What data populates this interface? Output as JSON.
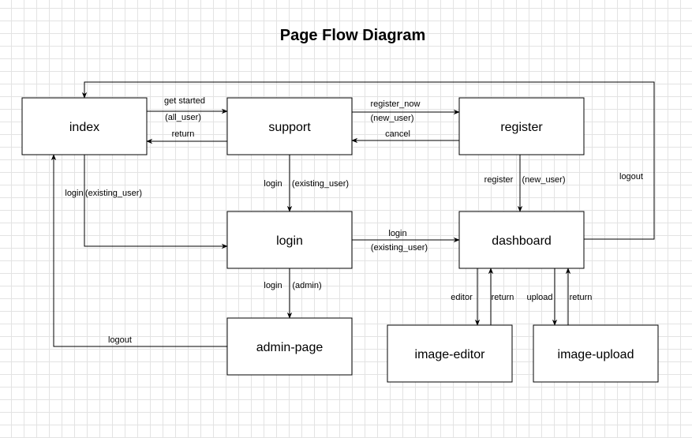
{
  "title": "Page Flow Diagram",
  "nodes": {
    "index": "index",
    "support": "support",
    "register": "register",
    "login": "login",
    "dashboard": "dashboard",
    "admin_page": "admin-page",
    "image_editor": "image-editor",
    "image_upload": "image-upload"
  },
  "edges": {
    "get_started": "get started",
    "all_user": "(all_user)",
    "return_support_index": "return",
    "register_now": "register_now",
    "new_user_support_register": "(new_user)",
    "cancel": "cancel",
    "login_support": "login",
    "existing_user_support": "(existing_user)",
    "login_index": "login",
    "existing_user_index": "(existing_user)",
    "register_to_dashboard": "register",
    "new_user_register_dashboard": "(new_user)",
    "logout_dashboard": "logout",
    "login_to_dashboard": "login",
    "existing_user_login_dashboard": "(existing_user)",
    "login_admin": "login",
    "admin": "(admin)",
    "logout_admin": "logout",
    "editor": "editor",
    "return_editor": "return",
    "upload": "upload",
    "return_upload": "return"
  }
}
